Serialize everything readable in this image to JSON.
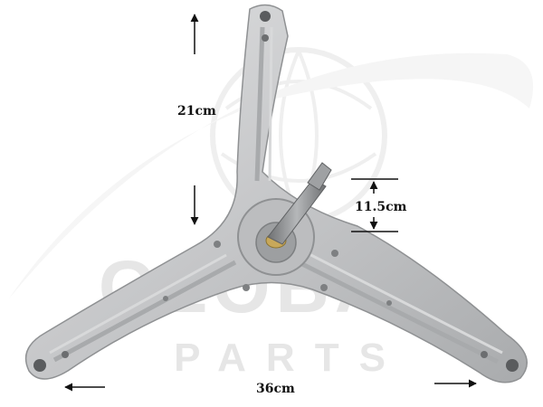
{
  "dimensions": {
    "height": "21cm",
    "shaft": "11.5cm",
    "width": "36cm"
  },
  "watermark": {
    "brand": "GLOBAL",
    "sub": "PARTS"
  },
  "colors": {
    "part_body": "#c9cacb",
    "part_shadow": "#9fa1a3",
    "part_highlight": "#e6e7e8",
    "shaft": "#8a8c8e",
    "bushing": "#c8a85a",
    "watermark": "#e3e3e3",
    "arrow": "#111111"
  }
}
